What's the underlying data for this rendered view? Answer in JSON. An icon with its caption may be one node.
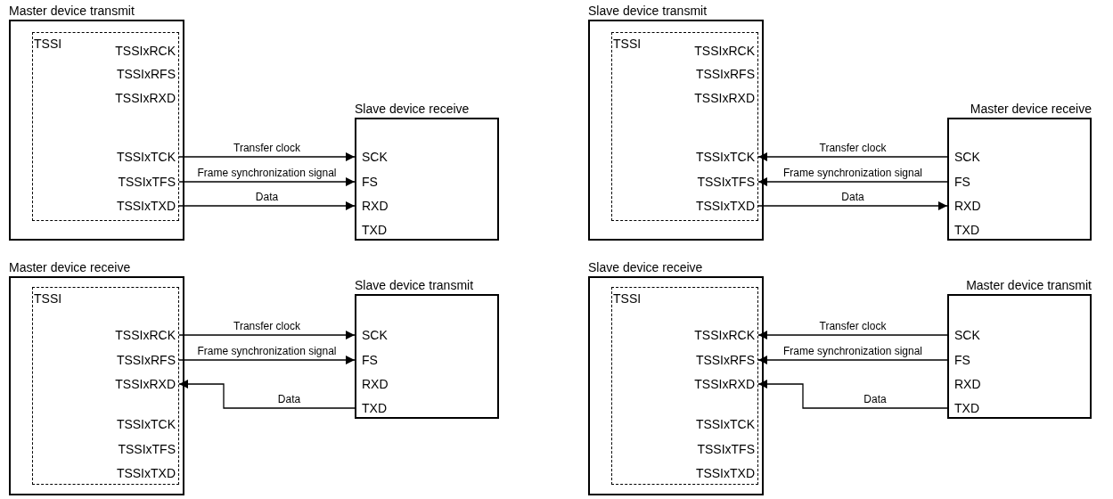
{
  "diagram": {
    "nodes": [
      {
        "text": [
          "Master device transmit"
        ]
      },
      {
        "text": [
          "TSSI"
        ],
        "in": 0
      },
      {
        "text": [
          "TSSIxRCK"
        ],
        "in": 1
      },
      {
        "text": [
          "TSSIxRFS"
        ],
        "in": 1
      },
      {
        "text": [
          "TSSIxRXD"
        ],
        "in": 1
      },
      {
        "text": [
          "TSSIxTCK"
        ],
        "in": 1
      },
      {
        "text": [
          "TSSIxTFS"
        ],
        "in": 1
      },
      {
        "text": [
          "TSSIxTXD"
        ],
        "in": 1
      },
      {
        "text": [
          "Slave device receive"
        ]
      },
      {
        "text": [
          "SCK"
        ],
        "in": 8
      },
      {
        "text": [
          "FS"
        ],
        "in": 8
      },
      {
        "text": [
          "RXD"
        ],
        "in": 8
      },
      {
        "text": [
          "TXD"
        ],
        "in": 8
      },
      {
        "text": [
          "Slave device transmit"
        ]
      },
      {
        "text": [
          "TSSI"
        ],
        "in": 13
      },
      {
        "text": [
          "TSSIxRCK"
        ],
        "in": 14
      },
      {
        "text": [
          "TSSIxRFS"
        ],
        "in": 14
      },
      {
        "text": [
          "TSSIxRXD"
        ],
        "in": 14
      },
      {
        "text": [
          "TSSIxTCK"
        ],
        "in": 14
      },
      {
        "text": [
          "TSSIxTFS"
        ],
        "in": 14
      },
      {
        "text": [
          "TSSIxTXD"
        ],
        "in": 14
      },
      {
        "text": [
          "Master device receive"
        ]
      },
      {
        "text": [
          "SCK"
        ],
        "in": 21
      },
      {
        "text": [
          "FS"
        ],
        "in": 21
      },
      {
        "text": [
          "RXD"
        ],
        "in": 21
      },
      {
        "text": [
          "TXD"
        ],
        "in": 21
      },
      {
        "text": [
          "Master device receive"
        ]
      },
      {
        "text": [
          "TSSI"
        ],
        "in": 26
      },
      {
        "text": [
          "TSSIxRCK"
        ],
        "in": 27
      },
      {
        "text": [
          "TSSIxRFS"
        ],
        "in": 27
      },
      {
        "text": [
          "TSSIxRXD"
        ],
        "in": 27
      },
      {
        "text": [
          "TSSIxTCK"
        ],
        "in": 27
      },
      {
        "text": [
          "TSSIxTFS"
        ],
        "in": 27
      },
      {
        "text": [
          "TSSIxTXD"
        ],
        "in": 27
      },
      {
        "text": [
          "Slave device transmit"
        ]
      },
      {
        "text": [
          "SCK"
        ],
        "in": 34
      },
      {
        "text": [
          "FS"
        ],
        "in": 34
      },
      {
        "text": [
          "RXD"
        ],
        "in": 34
      },
      {
        "text": [
          "TXD"
        ],
        "in": 34
      },
      {
        "text": [
          "Slave device receive"
        ]
      },
      {
        "text": [
          "TSSI"
        ],
        "in": 39
      },
      {
        "text": [
          "TSSIxRCK"
        ],
        "in": 40
      },
      {
        "text": [
          "TSSIxRFS"
        ],
        "in": 40
      },
      {
        "text": [
          "TSSIxRXD"
        ],
        "in": 40
      },
      {
        "text": [
          "TSSIxTCK"
        ],
        "in": 40
      },
      {
        "text": [
          "TSSIxTFS"
        ],
        "in": 40
      },
      {
        "text": [
          "TSSIxTXD"
        ],
        "in": 40
      },
      {
        "text": [
          "Master device transmit"
        ]
      },
      {
        "text": [
          "SCK"
        ],
        "in": 47
      },
      {
        "text": [
          "FS"
        ],
        "in": 47
      },
      {
        "text": [
          "RXD"
        ],
        "in": 47
      },
      {
        "text": [
          "TXD"
        ],
        "in": 47
      }
    ],
    "edges": [
      {
        "from": 5,
        "to": 9,
        "arrow": "to",
        "label": "Transfer clock"
      },
      {
        "from": 6,
        "to": 10,
        "arrow": "to",
        "label": "Frame synchronization signal"
      },
      {
        "from": 7,
        "to": 11,
        "arrow": "to",
        "label": "Data"
      },
      {
        "from": 22,
        "to": 18,
        "arrow": "to",
        "label": "Transfer clock"
      },
      {
        "from": 23,
        "to": 19,
        "arrow": "to",
        "label": "Frame synchronization signal"
      },
      {
        "from": 20,
        "to": 24,
        "arrow": "to",
        "label": "Data"
      },
      {
        "from": 28,
        "to": 35,
        "arrow": "to",
        "label": "Transfer clock"
      },
      {
        "from": 29,
        "to": 36,
        "arrow": "to",
        "label": "Frame synchronization signal"
      },
      {
        "from": 38,
        "to": 30,
        "arrow": "to",
        "label": "Data"
      },
      {
        "from": 48,
        "to": 41,
        "arrow": "to",
        "label": "Transfer clock"
      },
      {
        "from": 49,
        "to": 42,
        "arrow": "to",
        "label": "Frame synchronization signal"
      },
      {
        "from": 51,
        "to": 43,
        "arrow": "to",
        "label": "Data"
      }
    ]
  }
}
